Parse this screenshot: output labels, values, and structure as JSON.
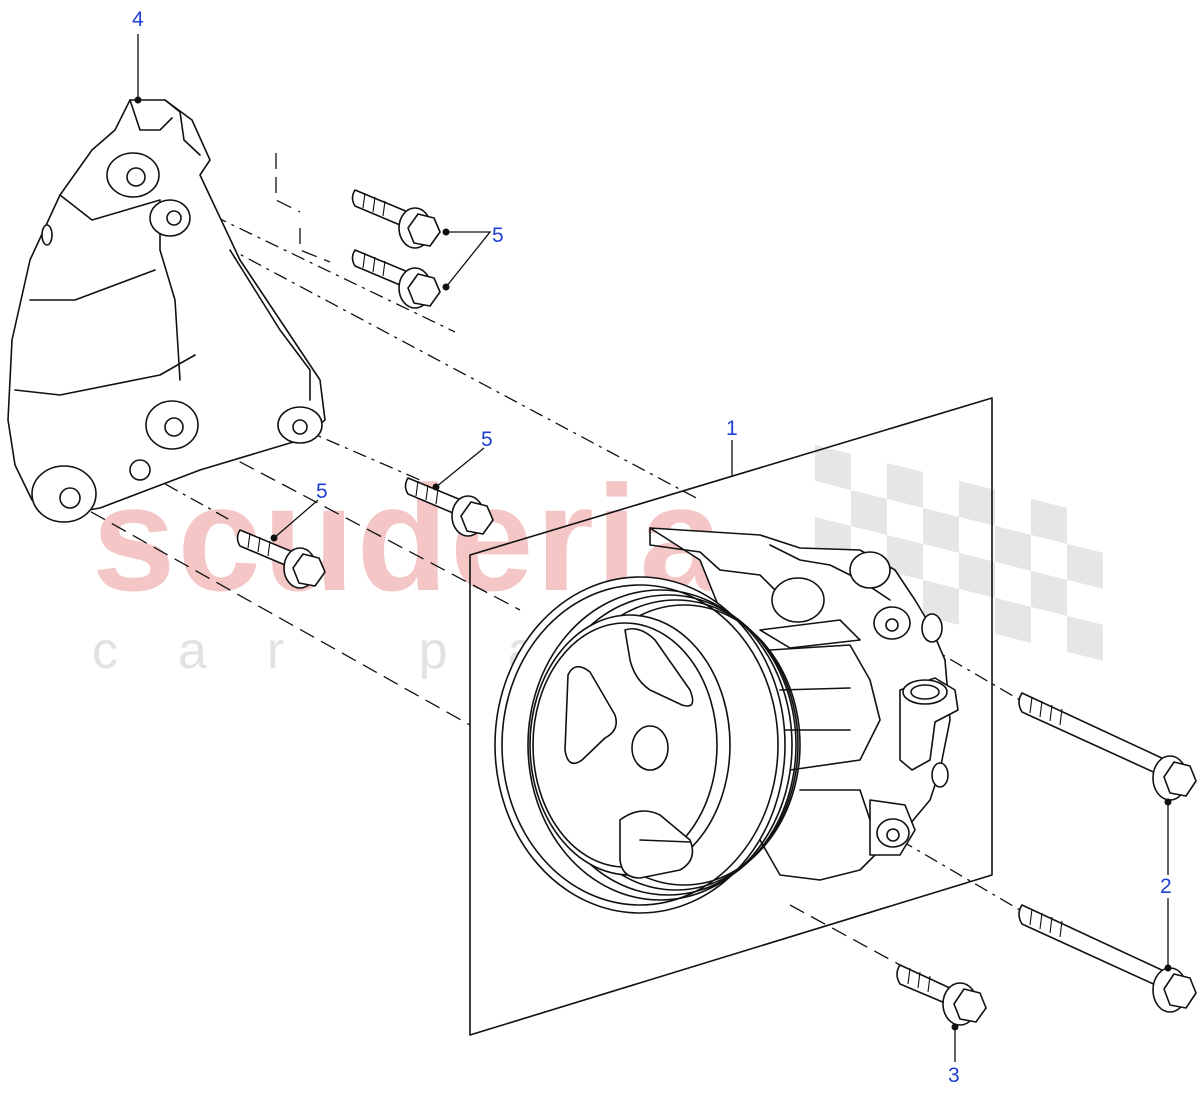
{
  "watermark": {
    "brand": "scuderia",
    "tagline": "car parts"
  },
  "callouts": {
    "c1": "1",
    "c2": "2",
    "c3": "3",
    "c4": "4",
    "c5a": "5",
    "c5b": "5",
    "c5c": "5"
  },
  "colors": {
    "callout": "#1f3fd6",
    "line": "#111111",
    "watermark_brand": "#f4c6c6",
    "watermark_tagline": "#e2e2e2"
  }
}
